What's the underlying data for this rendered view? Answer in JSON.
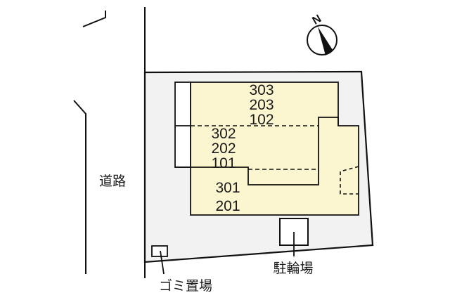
{
  "diagram": {
    "type": "site-plan",
    "colors": {
      "lot_fill": "#f2f2f2",
      "building_fill": "#fbf6d0",
      "stroke": "#111111",
      "background": "#ffffff"
    },
    "compass": {
      "label": "N",
      "icon": "north-arrow-icon"
    },
    "road": {
      "label": "道路"
    },
    "building": {
      "units": {
        "block_top": [
          "303",
          "203",
          "102"
        ],
        "block_middle": [
          "302",
          "202",
          "101"
        ],
        "block_bottom": [
          "301",
          "201"
        ]
      }
    },
    "facilities": {
      "bicycle_parking": {
        "label": "駐輪場"
      },
      "garbage_area": {
        "label": "ゴミ置場"
      }
    }
  }
}
